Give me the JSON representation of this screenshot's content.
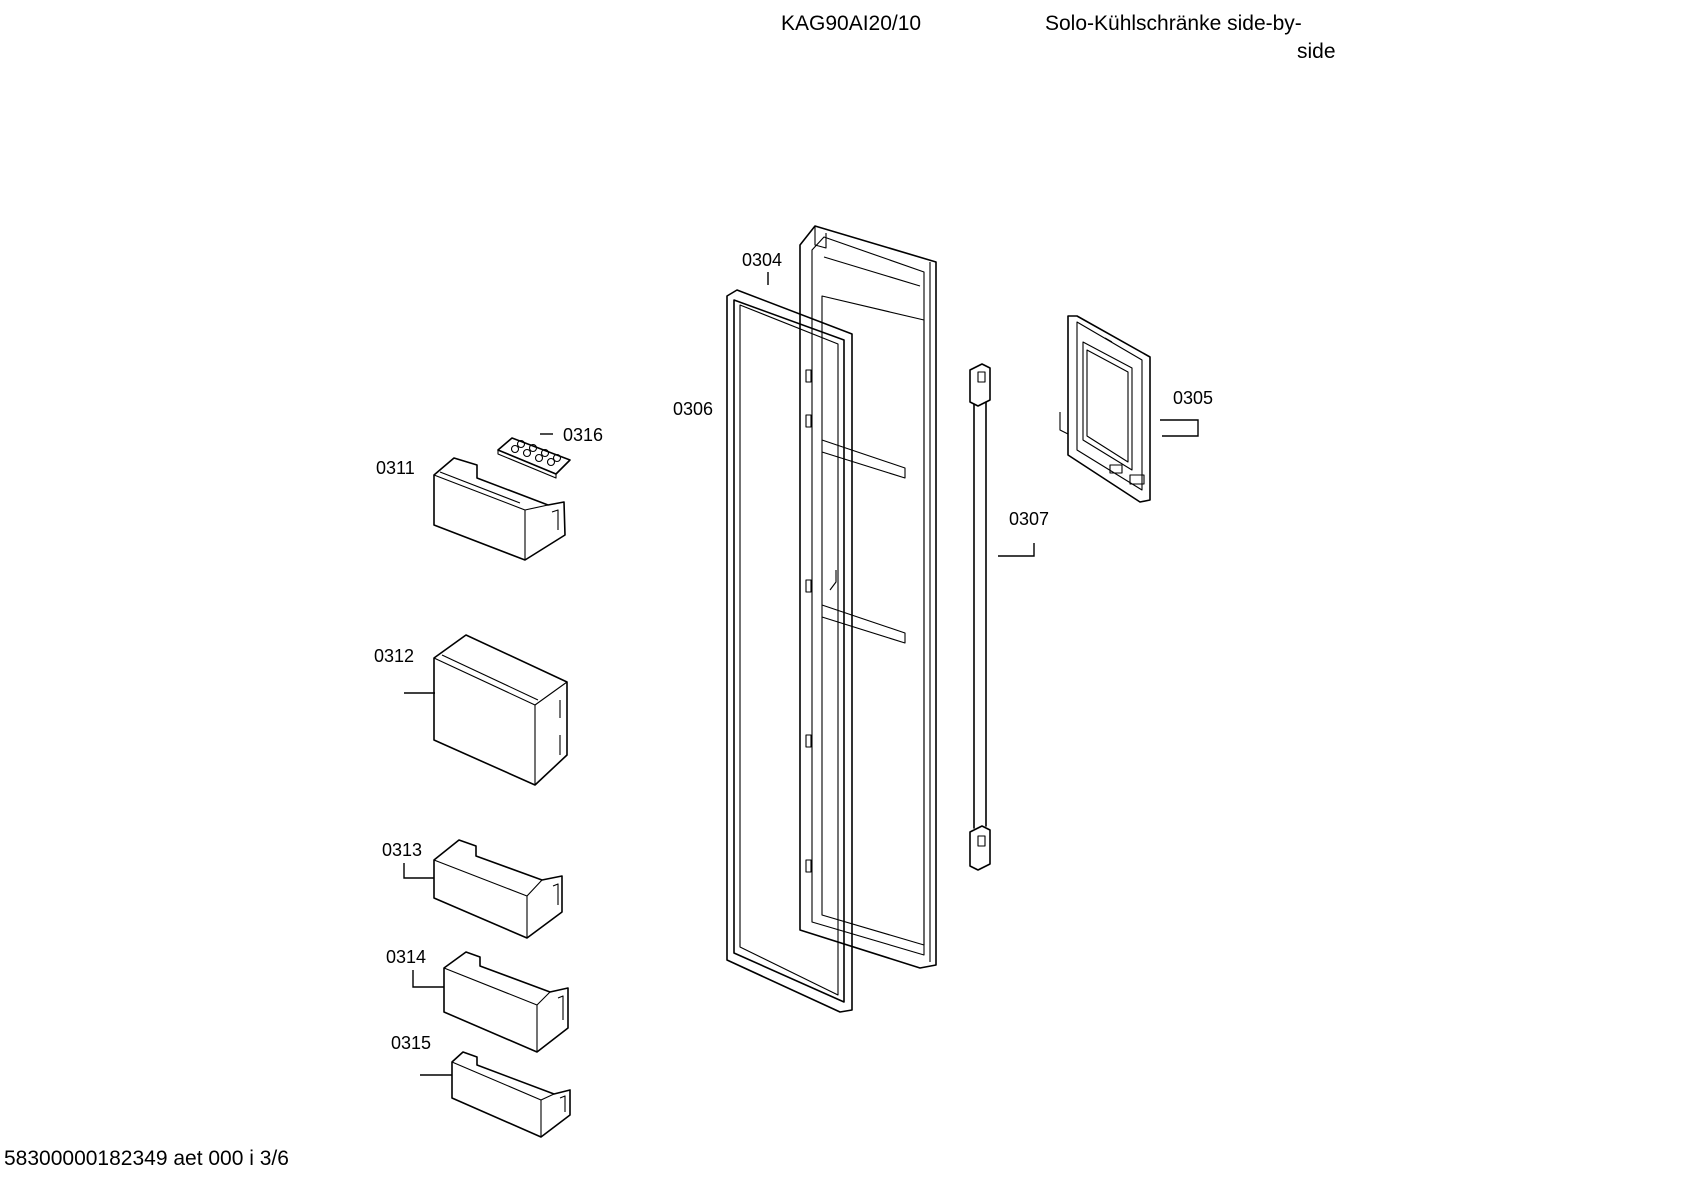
{
  "header": {
    "model": "KAG90AI20/10",
    "category_line1": "Solo-Kühlschränke side-by-",
    "category_line2": "side"
  },
  "footer": {
    "code": "58300000182349 aet 000 i 3/6"
  },
  "parts": {
    "p0304": "0304",
    "p0305": "0305",
    "p0306": "0306",
    "p0307": "0307",
    "p0311": "0311",
    "p0312": "0312",
    "p0313": "0313",
    "p0314": "0314",
    "p0315": "0315",
    "p0316": "0316"
  }
}
